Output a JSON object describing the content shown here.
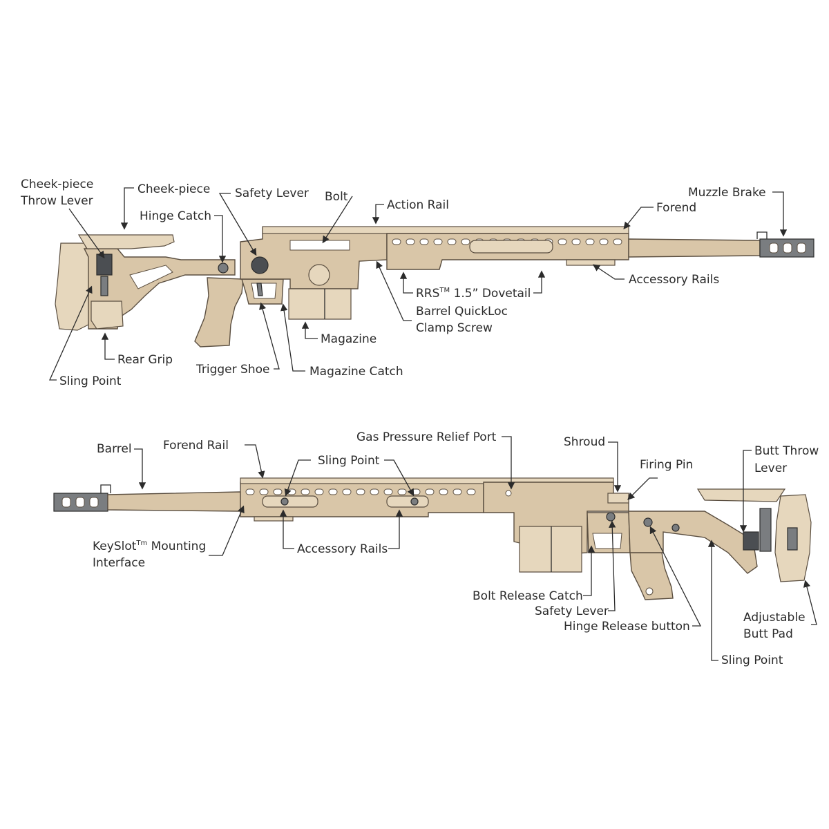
{
  "diagram": {
    "top_view": {
      "labels": {
        "cheek_throw_1": "Cheek-piece",
        "cheek_throw_2": "Throw Lever",
        "cheek_piece": "Cheek-piece",
        "hinge_catch": "Hinge Catch",
        "safety_lever": "Safety Lever",
        "bolt": "Bolt",
        "action_rail": "Action Rail",
        "forend": "Forend",
        "muzzle_brake": "Muzzle Brake",
        "accessory_rails": "Accessory Rails",
        "rrs_dovetail_a": "RRS",
        "rrs_dovetail_tm": "TM",
        "rrs_dovetail_b": " 1.5” Dovetail",
        "barrel_quickloc_1": "Barrel QuickLoc",
        "barrel_quickloc_2": "Clamp Screw",
        "magazine": "Magazine",
        "magazine_catch": "Magazine Catch",
        "trigger_shoe": "Trigger Shoe",
        "rear_grip": "Rear Grip",
        "sling_point": "Sling Point"
      }
    },
    "bottom_view": {
      "labels": {
        "barrel": "Barrel",
        "forend_rail": "Forend Rail",
        "gas_port": "Gas Pressure Relief Port",
        "shroud": "Shroud",
        "firing_pin": "Firing Pin",
        "butt_throw_1": "Butt Throw",
        "butt_throw_2": "Lever",
        "sling_point_mid": "Sling Point",
        "keyslot_a": "KeySlot",
        "keyslot_tm": "Tm",
        "keyslot_b": " Mounting",
        "keyslot_2": "Interface",
        "accessory_rails": "Accessory Rails",
        "bolt_release": "Bolt Release Catch",
        "safety_lever": "Safety Lever",
        "hinge_release": "Hinge Release button",
        "adjustable_1": "Adjustable",
        "adjustable_2": "Butt Pad",
        "sling_point_rear": "Sling Point"
      }
    },
    "colors": {
      "stock_tan": "#d9c6a8",
      "outline": "#5a4e40",
      "metal": "#7a7d80",
      "text": "#2b2b2b"
    }
  }
}
